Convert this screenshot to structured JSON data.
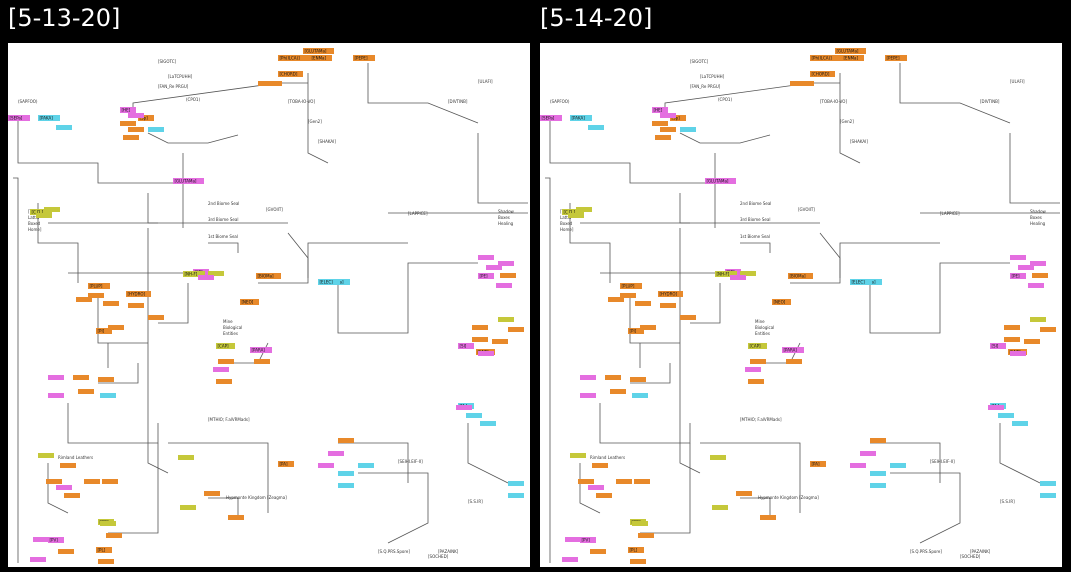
{
  "panels": [
    {
      "date_label": "[5-13-20]"
    },
    {
      "date_label": "[5-14-20]"
    }
  ],
  "colors": {
    "orange": "#e8892a",
    "magenta": "#e46ee0",
    "cyan": "#5fd3e8",
    "olive": "#c5c83a",
    "line": "#555555"
  },
  "nodes": [
    {
      "id": "n1",
      "color": "orange",
      "text": "[GLUTAMa]"
    },
    {
      "id": "n2",
      "color": "orange",
      "text": "[Ph(ILCA)]"
    },
    {
      "id": "n3",
      "color": "orange",
      "text": "[ENMa]"
    },
    {
      "id": "n4",
      "color": "orange",
      "text": "[PEPE]"
    },
    {
      "id": "n5",
      "color": "magenta",
      "text": "[SEPa]"
    },
    {
      "id": "n6",
      "color": "orange",
      "text": "[CHORD]"
    },
    {
      "id": "n7",
      "color": "cyan",
      "text": "[PAKA]"
    },
    {
      "id": "n8",
      "color": "magenta",
      "text": "[HE]"
    },
    {
      "id": "n9",
      "color": "orange",
      "text": "[Sp]"
    },
    {
      "id": "n10",
      "color": "magenta",
      "text": "[GLUTAMa]"
    },
    {
      "id": "n11",
      "color": "olive",
      "text": "[C.D.]"
    },
    {
      "id": "n12",
      "color": "orange",
      "text": "[PLUP]"
    },
    {
      "id": "n13",
      "color": "orange",
      "text": "[HYDRO]"
    },
    {
      "id": "n14",
      "color": "magenta",
      "text": "[ST]"
    },
    {
      "id": "n15",
      "color": "olive",
      "text": "[NH-F]"
    },
    {
      "id": "n16",
      "color": "orange",
      "text": "[BIOMa]"
    },
    {
      "id": "n17",
      "color": "cyan",
      "text": "[QSAa]"
    },
    {
      "id": "n18",
      "color": "magenta",
      "text": "[PE]"
    },
    {
      "id": "n19",
      "color": "orange",
      "text": "[NEO]"
    },
    {
      "id": "n20",
      "color": "cyan",
      "text": "[ELEC]"
    },
    {
      "id": "n21",
      "color": "orange",
      "text": "[PI]"
    },
    {
      "id": "n22",
      "color": "magenta",
      "text": "[SI]"
    },
    {
      "id": "n23",
      "color": "orange",
      "text": "[ENT]"
    },
    {
      "id": "n24",
      "color": "olive",
      "text": "[CAP]"
    },
    {
      "id": "n25",
      "color": "magenta",
      "text": "[PARA]"
    },
    {
      "id": "n26",
      "color": "cyan",
      "text": "[M.]"
    },
    {
      "id": "n27",
      "color": "orange",
      "text": "[PA]"
    },
    {
      "id": "n28",
      "color": "olive",
      "text": "[OR]"
    },
    {
      "id": "n29",
      "color": "magenta",
      "text": "[PV]"
    },
    {
      "id": "n30",
      "color": "orange",
      "text": "[PL]"
    }
  ]
}
